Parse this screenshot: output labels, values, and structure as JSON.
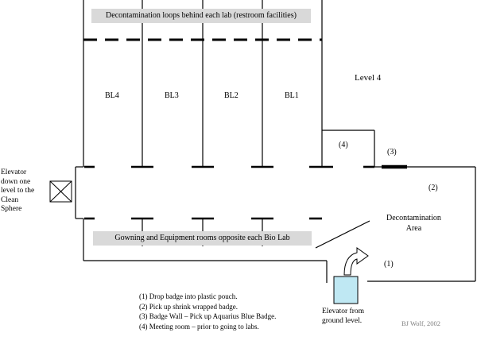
{
  "level_title": "Level 4",
  "top_banner": "Decontamination loops behind each lab  (restroom facilities)",
  "bottom_banner": "Gowning and Equipment rooms opposite each Bio Lab",
  "labs": [
    "BL4",
    "BL3",
    "BL2",
    "BL1"
  ],
  "markers": {
    "meeting_room": "(4)",
    "badge_wall": "(3)",
    "shrink_wrap": "(2)",
    "pouch": "(1)"
  },
  "decon_area": "Decontamination\nArea",
  "elevator_clean_sphere": "Elevator\ndown one\nlevel to the\nClean\nSphere",
  "elevator_ground": "Elevator from\nground level.",
  "legend": [
    "(1)  Drop badge into plastic pouch.",
    "(2) Pick up shrink wrapped badge.",
    "(3) Badge Wall – Pick up Aquarius Blue Badge.",
    "(4) Meeting room – prior to going to labs."
  ],
  "credit": "BJ Wolf, 2002",
  "colors": {
    "line": "#000000",
    "banner": "#d9d9d9",
    "elevator_fill": "#bfe8f3",
    "credit": "#808080"
  }
}
